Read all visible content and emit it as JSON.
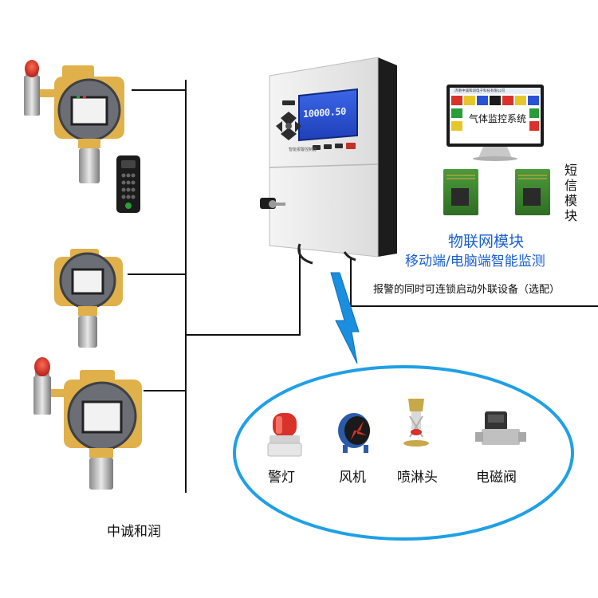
{
  "controller": {
    "display_value": "10000.50",
    "panel_caption": "智能报警控制器"
  },
  "monitor": {
    "header_text": "济南中诚和润电子科技有限公司",
    "screen_title": "气体监控系统"
  },
  "sms": {
    "label_chars": [
      "短",
      "信",
      "模",
      "块"
    ]
  },
  "iot": {
    "title": "物联网模块",
    "subtitle": "移动端/电脑端智能监测"
  },
  "linkage_note": "报警的同时可连锁启动外联设备（选配）",
  "devices": [
    {
      "label": "警灯",
      "icon": "alarm-light-icon"
    },
    {
      "label": "风机",
      "icon": "fan-icon"
    },
    {
      "label": "喷淋头",
      "icon": "sprinkler-icon"
    },
    {
      "label": "电磁阀",
      "icon": "solenoid-valve-icon"
    }
  ],
  "brand": "中诚和润",
  "colors": {
    "ellipse": "#1fa0e6",
    "lightning": "#1a8fe0",
    "iot_text": "#1a5fd0",
    "lcd": "#2a52d6",
    "detector_body": "#e0b04a",
    "beacon": "#d8322a"
  }
}
